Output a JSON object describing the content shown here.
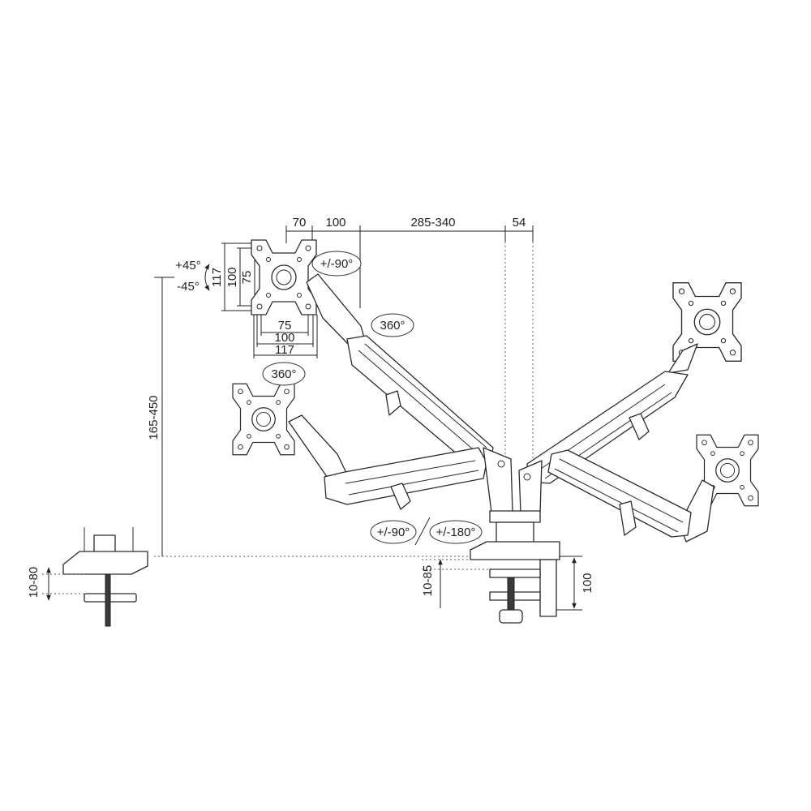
{
  "labels": {
    "arm_reach": [
      "70",
      "100",
      "285-340",
      "54"
    ],
    "tilt": [
      "+45°",
      "-45°"
    ],
    "vesa_vertical": [
      "117",
      "100",
      "75"
    ],
    "vesa_horizontal": [
      "75",
      "100",
      "117"
    ],
    "rotation": {
      "top_swivel": "+/-90°",
      "arm_360": "360°",
      "head_360": "360°",
      "base_swivel": "+/-90°",
      "base_rotate": "+/-180°"
    },
    "height_range": "165-450",
    "grommet_thickness": "10-80",
    "clamp_thickness": "10-85",
    "clamp_height": "100"
  },
  "colors": {
    "line": "#2a2a2a",
    "background": "#ffffff",
    "bolt": "#3a3a3a"
  }
}
